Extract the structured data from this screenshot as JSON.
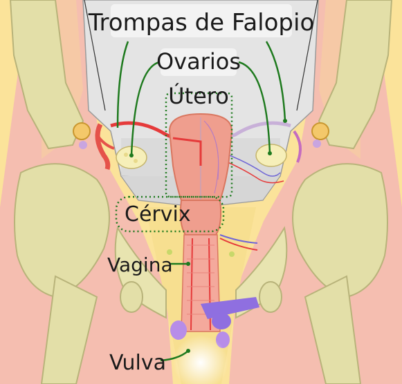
{
  "labels": {
    "fallopian_tubes": "Trompas de Falopio",
    "ovaries": "Ovarios",
    "uterus": "Útero",
    "cervix": "Cérvix",
    "vagina": "Vagina",
    "vulva": "Vulva"
  },
  "colors": {
    "skin_outer": "#fbe39a",
    "body_pink": "#f4b9b2",
    "pelvis_bone": "#e3dfa8",
    "bone_outline": "#b8b37a",
    "cavity": "#dedede",
    "uterus_fill": "#ef9e8e",
    "uterus_dark": "#d9765f",
    "vessel_red": "#e53a3a",
    "vessel_blue": "#6f66d6",
    "ovary": "#f6efb9",
    "leader_green": "#1e7a1e",
    "bladder": "#8f6fe0"
  }
}
